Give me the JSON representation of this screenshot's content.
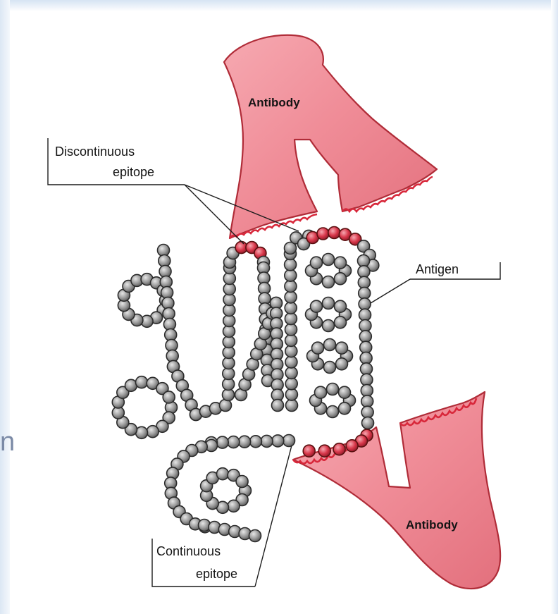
{
  "labels": {
    "antibody_top": "Antibody",
    "antibody_bottom": "Antibody",
    "discontinuous_line1": "Discontinuous",
    "discontinuous_line2": "epitope",
    "antigen": "Antigen",
    "continuous_line1": "Continuous",
    "continuous_line2": "epitope"
  },
  "slide_fragment": "n",
  "colors": {
    "antibody_fill": "#f08d98",
    "antibody_edge": "#d8283b",
    "bead_gray": "#9c9c9c",
    "bead_red": "#d8374a",
    "label_text": "#141414"
  }
}
